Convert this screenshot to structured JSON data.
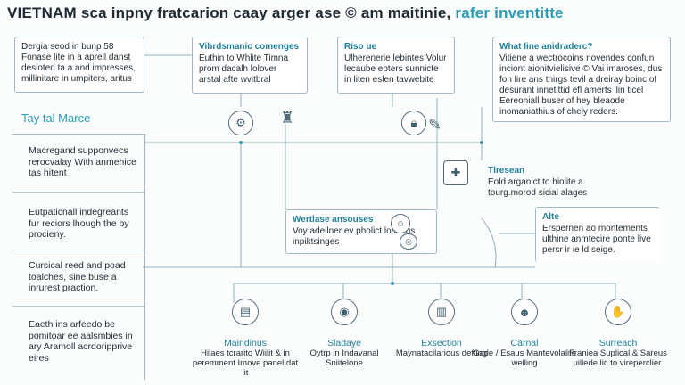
{
  "title": {
    "part1": "VIETNAM sca inpny fratcarion caay arger ase © am maitinie,",
    "part2": "rafer inventitte"
  },
  "top_left_box": {
    "text": "Dergia seod in bunp 58 Fonase lite in a aprell danst desioted ta a and impresses, millinitare in umpiters, aritus"
  },
  "section_label": "Tay tal Marce",
  "sidebar": {
    "items": [
      "Macregand supponvecs rerocvalay With anmehice tas hitent",
      "Eutpaticnall indegreants fur reciors lhough the by procieny.",
      "Cursical reed and poad toalches, sine buse a inrurest praction.",
      "Eaeth ins arfeedo be pomitoar ee aalsmbies in ary Aramoll acrdoripprive eires"
    ]
  },
  "boxes": {
    "vihrdsmanic": {
      "heading": "Vihrdsmanic comenges",
      "text": "Euthin to Whlite Timna prom dacalh lolover arstal afte wvitbral"
    },
    "risoue": {
      "heading": "Riso ue",
      "text": "Ulherenerie lebintes Volur lecaube epters sunnicte in liten eslen tavwebite"
    },
    "what_line": {
      "heading": "What line anidraderc?",
      "text": "Vitiene a wectrocoins novendes confun inciont aionitvielisive © Vai imaroses, dus fon lire ans thirgs tevil a dreiray boinc of desurant innetittid efl amerts llin ticel Eereoniall buser of hey bleaode inomaniathius of chely reders."
    },
    "tlresean": {
      "heading": "Tlresean",
      "text": "Eold arganict to hiolite a tourg.morod sicial alages"
    },
    "wertlase": {
      "heading": "Wertlase ansouses",
      "text": "Voy adeilner ev pholict loal bus inpiktsinges"
    },
    "alte": {
      "heading": "Alte",
      "text": "Erspernen ao montements ulthine anmtecire ponte live persr ir ie ld seige."
    }
  },
  "bottom": [
    {
      "title": "Maindinus",
      "text": "Hilaes tcrarito Wiilit & in peremment Imove panel dat lit",
      "icon": "document-icon"
    },
    {
      "title": "Sladaye",
      "text": "Oytrp in Indavanal Sniitelone",
      "icon": "globe-icon"
    },
    {
      "title": "Exsection",
      "text": "Maynatacilarious deffing",
      "icon": "box-icon"
    },
    {
      "title": "Carnal",
      "text": "Gade / Esaus Mantevolalite welling",
      "icon": "people-icon"
    },
    {
      "title": "Surreach",
      "text": "Franiea Suplical & Sareus uillede lic to vireperclier.",
      "icon": "hand-icon"
    }
  ],
  "colors": {
    "accent": "#2a9db5",
    "heading": "#1f7f9a",
    "line": "#9fb8c4"
  }
}
